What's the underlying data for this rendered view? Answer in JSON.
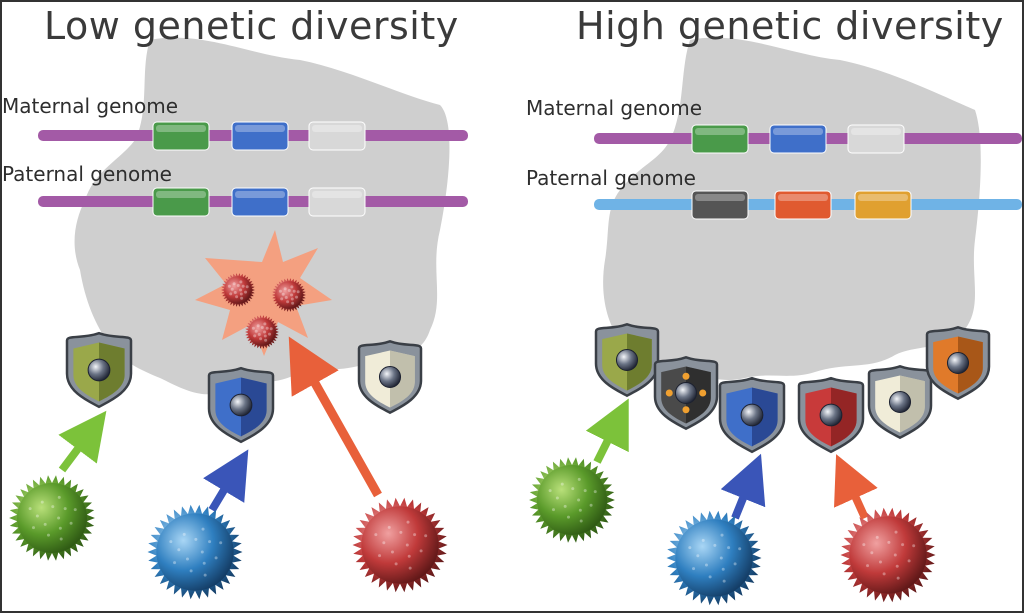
{
  "panels": {
    "left": {
      "title": "Low genetic diversity",
      "maternal_label": "Maternal genome",
      "paternal_label": "Paternal genome",
      "maternal_genes": [
        "#4a9a4a",
        "#3f6fc9",
        "#d8d8d8"
      ],
      "paternal_genes": [
        "#4a9a4a",
        "#3f6fc9",
        "#d8d8d8"
      ],
      "maternal_strand_color": "#a35aa6",
      "paternal_strand_color": "#a35aa6"
    },
    "right": {
      "title": "High genetic diversity",
      "maternal_label": "Maternal genome",
      "paternal_label": "Paternal genome",
      "maternal_genes": [
        "#4a9a4a",
        "#3f6fc9",
        "#d8d8d8"
      ],
      "paternal_genes": [
        "#555555",
        "#e05a30",
        "#e0a030"
      ],
      "maternal_strand_color": "#a35aa6",
      "paternal_strand_color": "#6fb3e6"
    }
  },
  "colors": {
    "cell": "#cfcfcf",
    "green_virus": "#5a9a2a",
    "blue_virus": "#2f7fc0",
    "red_virus": "#c03a3a",
    "green_arrow": "#7cc23a",
    "blue_arrow": "#3a55b8",
    "red_arrow": "#e8603a",
    "burst": "#f4a080"
  }
}
